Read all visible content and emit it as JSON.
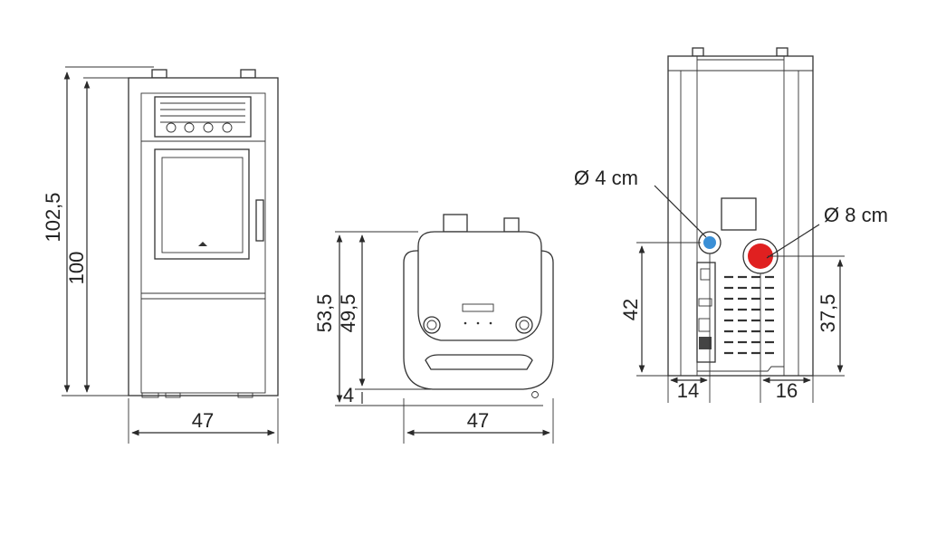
{
  "front_view": {
    "height_total": "102,5",
    "height_body": "100",
    "width": "47"
  },
  "top_view": {
    "depth_total": "53,5",
    "depth_body": "49,5",
    "foot_offset": "4",
    "width": "47"
  },
  "rear_view": {
    "air_inlet_diameter": "Ø 4 cm",
    "flue_outlet_diameter": "Ø 8 cm",
    "air_inlet_height": "42",
    "flue_outlet_height": "37,5",
    "air_inlet_side_offset": "14",
    "flue_outlet_side_offset": "16"
  },
  "colors": {
    "air_inlet": "#3a8fd6",
    "flue_outlet": "#e02020"
  }
}
